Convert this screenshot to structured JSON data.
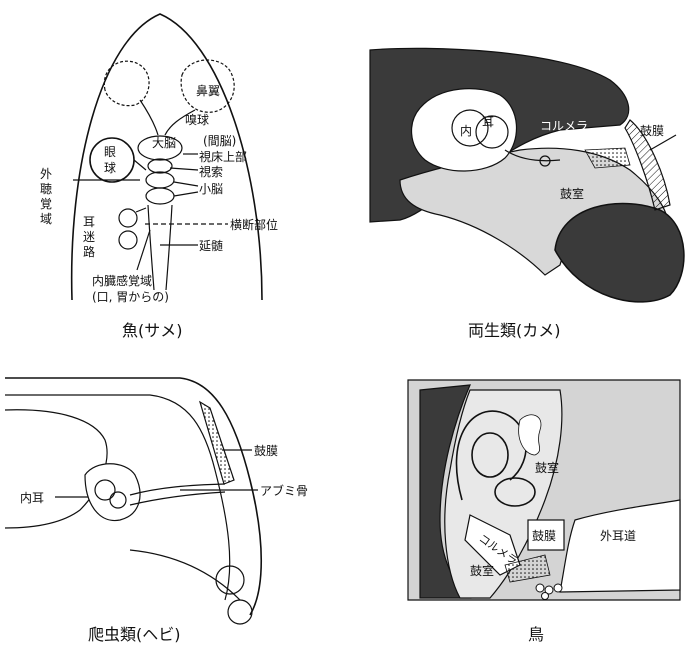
{
  "colors": {
    "dark": "#3a3a3a",
    "light": "#d4d4d4",
    "mid": "#9a9a9a",
    "line": "#111111"
  },
  "fish": {
    "caption": "魚(サメ)",
    "labels": {
      "olfactory_lobe": "鼻翼",
      "olfactory_bulb": "嗅球",
      "diencephalon": "(間脳)",
      "cerebrum": "大脳",
      "epithalamus": "視床上部",
      "optic_tract": "視索",
      "cerebellum": "小脳",
      "eyeball_1": "眼",
      "eyeball_2": "球",
      "auditory_area": [
        "外",
        "聴",
        "覚",
        "域"
      ],
      "labyrinth": [
        "耳",
        "迷",
        "路"
      ],
      "cross_section": "横断部位",
      "medulla": "延髄",
      "visceral_sense": "内臓感覚域",
      "visceral_sense_sub": "(口, 胃からの)"
    }
  },
  "amphibian": {
    "caption": "両生類(カメ)",
    "labels": {
      "inner": "内",
      "ear": "耳",
      "cochlea": "コルメラ",
      "eardrum": "鼓膜",
      "cavity": "鼓室"
    }
  },
  "reptile": {
    "caption": "爬虫類(ヘビ)",
    "labels": {
      "eardrum": "鼓膜",
      "inner_ear": "内耳",
      "stapes": "アブミ骨"
    }
  },
  "bird": {
    "caption": "鳥",
    "labels": {
      "cavity_top": "鼓室",
      "eardrum": "鼓膜",
      "cochlea": "コルメラ",
      "cavity_bottom": "鼓室",
      "ear_canal": "外耳道"
    }
  }
}
